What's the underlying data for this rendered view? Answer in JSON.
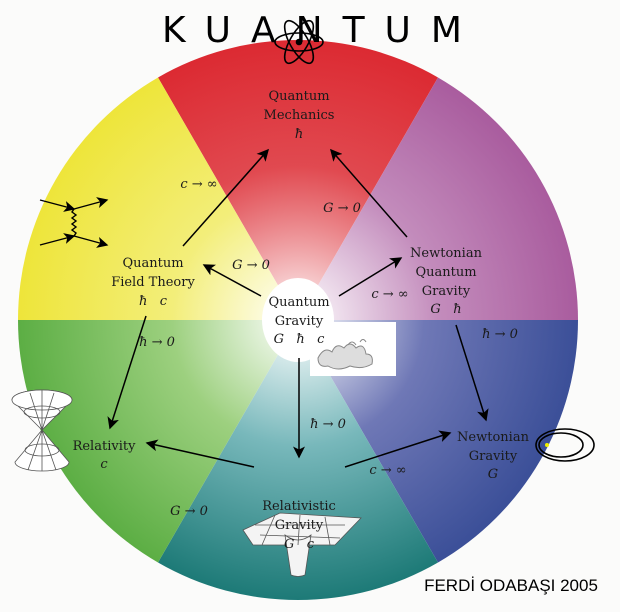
{
  "title": "KUANTUM",
  "author": "FERDİ ODABAŞI 2005",
  "colors": {
    "quantum_mechanics": "#dc2a32",
    "newtonian_quantum_gravity": "#a95c9e",
    "newtonian_gravity": "#3b4f98",
    "relativistic_gravity": "#1d7a77",
    "relativity": "#5cae44",
    "quantum_field_theory": "#eee53a"
  },
  "nodes": {
    "qm": {
      "line1": "Quantum",
      "line2": "Mechanics",
      "constants": "ħ"
    },
    "qft": {
      "line1": "Quantum",
      "line2": "Field Theory",
      "constants": "ħ   c"
    },
    "nqg": {
      "line1": "Newtonian",
      "line2": "Quantum",
      "line3": "Gravity",
      "constants": "G   ħ"
    },
    "qg": {
      "line1": "Quantum",
      "line2": "Gravity",
      "constants": "G   ħ   c"
    },
    "rel": {
      "line1": "Relativity",
      "constants": "c"
    },
    "rg": {
      "line1": "Relativistic",
      "line2": "Gravity",
      "constants": "G   c"
    },
    "ng": {
      "line1": "Newtonian",
      "line2": "Gravity",
      "constants": "G"
    }
  },
  "limits": {
    "qft_to_qm": "c → ∞",
    "nqg_to_qm": "G → 0",
    "qg_to_qft": "G → 0",
    "qg_to_nqg": "c → ∞",
    "qft_to_rel": "ħ → 0",
    "nqg_to_ng": "ħ → 0",
    "qg_to_rg": "ħ → 0",
    "rg_to_ng": "c → ∞",
    "rg_to_rel": "G → 0"
  }
}
